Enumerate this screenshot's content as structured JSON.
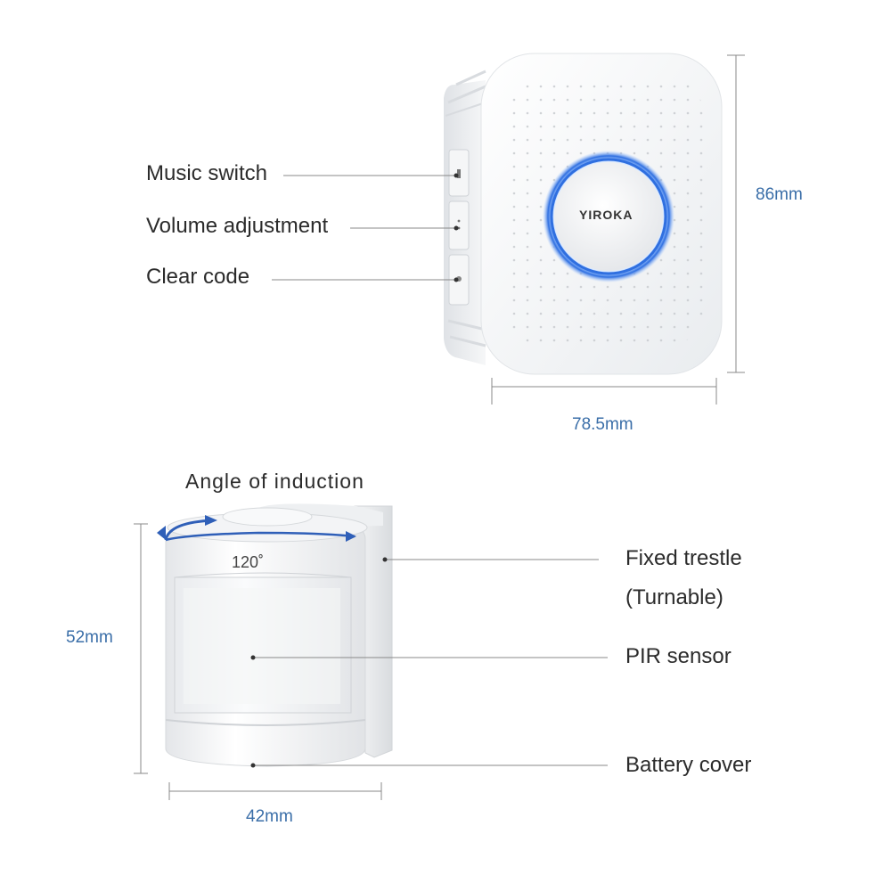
{
  "chime": {
    "labels": {
      "music_switch": "Music switch",
      "volume_adjustment": "Volume adjustment",
      "clear_code": "Clear code"
    },
    "brand": "YIROKA",
    "height_dim": "86mm",
    "width_dim": "78.5mm",
    "ring_color": "#2f6fe0"
  },
  "sensor": {
    "angle_title": "Angle  of  induction",
    "angle_value": "120˚",
    "labels": {
      "fixed_trestle": "Fixed trestle",
      "turnable": "(Turnable)",
      "pir_sensor": "PIR sensor",
      "battery_cover": "Battery cover"
    },
    "height_dim": "52mm",
    "width_dim": "42mm",
    "arrow_color": "#2f5fb8"
  },
  "colors": {
    "dimension_text": "#3a6ea8",
    "leader_line": "#888888"
  }
}
